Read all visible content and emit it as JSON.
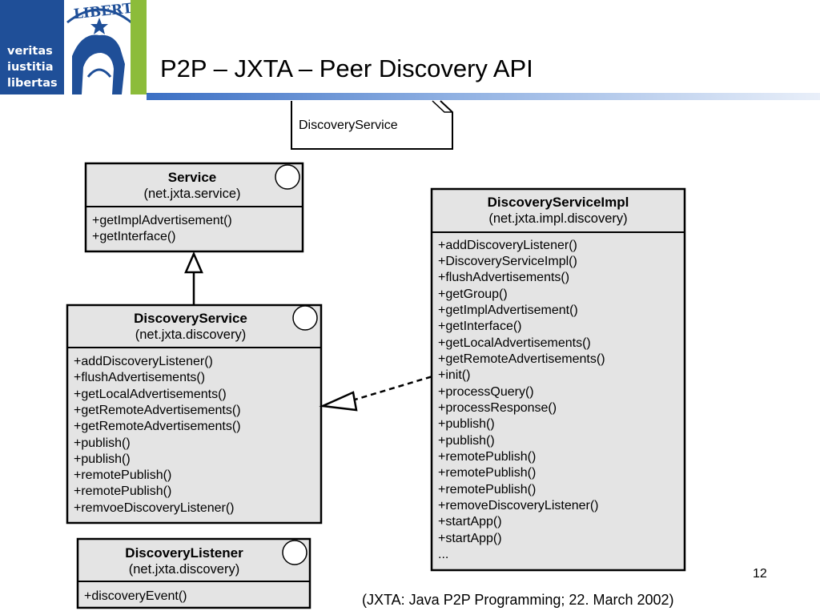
{
  "logo": {
    "lines": [
      "veritas",
      "iustitia",
      "libertas"
    ],
    "seal_text": "LIBERT",
    "colors": {
      "blue": "#1f4f98",
      "green": "#8cbc3a"
    }
  },
  "slide": {
    "title": "P2P – JXTA – Peer Discovery API",
    "page_number": "12",
    "caption": "(JXTA: Java P2P Programming; 22. March 2002)"
  },
  "diagram": {
    "package_note": "DiscoveryService",
    "classes": {
      "service": {
        "name": "Service",
        "package": "(net.jxta.service)",
        "operations": [
          "+getImplAdvertisement()",
          "+getInterface()"
        ]
      },
      "discovery_service": {
        "name": "DiscoveryService",
        "package": "(net.jxta.discovery)",
        "operations": [
          "+addDiscoveryListener()",
          "+flushAdvertisements()",
          "+getLocalAdvertisements()",
          "+getRemoteAdvertisements()",
          "+getRemoteAdvertisements()",
          "+publish()",
          "+publish()",
          "+remotePublish()",
          "+remotePublish()",
          "+remvoeDiscoveryListener()"
        ]
      },
      "discovery_listener": {
        "name": "DiscoveryListener",
        "package": "(net.jxta.discovery)",
        "operations": [
          "+discoveryEvent()"
        ]
      },
      "discovery_service_impl": {
        "name": "DiscoveryServiceImpl",
        "package": "(net.jxta.impl.discovery)",
        "operations": [
          "+addDiscoveryListener()",
          "+DiscoveryServiceImpl()",
          "+flushAdvertisements()",
          "+getGroup()",
          "+getImplAdvertisement()",
          "+getInterface()",
          "+getLocalAdvertisements()",
          "+getRemoteAdvertisements()",
          "+init()",
          "+processQuery()",
          "+processResponse()",
          "+publish()",
          "+publish()",
          "+remotePublish()",
          "+remotePublish()",
          "+remotePublish()",
          "+removeDiscoveryListener()",
          "+startApp()",
          "+startApp()",
          "..."
        ]
      }
    },
    "colors": {
      "box_fill": "#e4e4e4",
      "stroke": "#000000"
    }
  }
}
